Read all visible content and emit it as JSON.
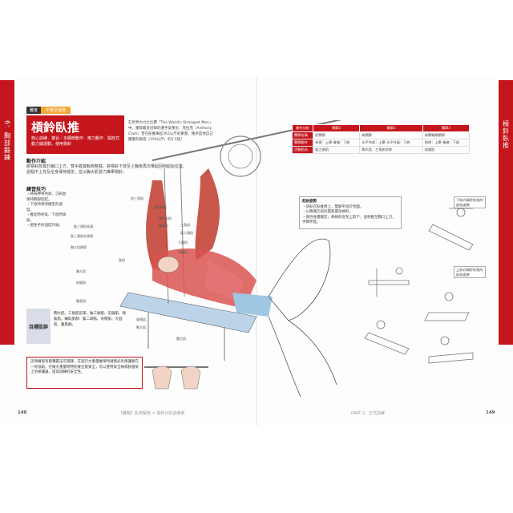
{
  "header": {
    "left_tab": "6．胸部鍛鍊",
    "right_tab": "槓鈴臥推",
    "crumb_tag": "難度",
    "crumb_category": "中階至進階"
  },
  "title": {
    "name": "槓鈴臥推",
    "subtitle": "核心訓練．複合／多關節動作．推力動作．開放式動力鏈運動，使用槓鈴"
  },
  "intro": "在世界大力士比賽「The World's Strongest Man」中，獲得最多冠軍的選手安東尼．克拉克（Anthony Clark）曾在臥推舉起363公斤的重量，幾乎是他自己體重的兩倍（159公斤）的2.5倍！",
  "movement": {
    "heading": "動作介紹",
    "text": "將槓鈴放置於胸口上方，雙手握寬較肩略寬。將槓鈴下放至上胸後再次推起回到起始位置。過程中上背及全身保持穩定，並以胸大肌發力推舉槓鈴。"
  },
  "tips": {
    "heading": "練習技巧",
    "items": [
      "・將肩胛骨內收、沉肩並保持胸部挺起。",
      "・下放時保持穩定的速度。",
      "・推起時呼氣、下放時吸氣。",
      "・避免手肘過度外展。"
    ]
  },
  "labels": {
    "l1": "前三角肌",
    "l2": "肱三頭肌長頭",
    "l3": "肱三頭肌外側頭",
    "l4": "胸大肌鎖骨",
    "l5": "胸大肌",
    "l6": "前鋸肌",
    "l7": "腹直肌",
    "l8": "腹外斜肌",
    "l9": "腹內斜肌",
    "l10": "腹橫肌",
    "l11": "三角肌",
    "l12": "肱二頭肌",
    "l13": "大圓肌",
    "l14": "背闊肌",
    "l15": "肱肌",
    "l16": "肱橈肌",
    "l17": "臀大肌",
    "l18": "腰方肌"
  },
  "target": {
    "label": "目標肌群",
    "text": "胸大肌、三角肌前束、肱三頭肌、前鋸肌、喙肱肌。輔助肌群：肱二頭肌、背闊肌、大圓肌、腹肌群。"
  },
  "warning": "這項練習有兩種握法可選擇，在進行大重量推舉時請務必有保護者在一旁協助，在做大重量時特別要注意安全，可以使用安全槓或臥推架上的保護器，提高訓練的安全性。",
  "table": {
    "headers": [
      "動作分析",
      "關節1",
      "關節2",
      "關節3"
    ],
    "rows": [
      [
        "關節名稱",
        "肘關節",
        "肩關節",
        "肩胛胸廓關節"
      ],
      [
        "關節動作",
        "伸直：上舉\n彎曲：下放",
        "水平內收：上舉\n水平外展：下放",
        "前伸：上舉\n後縮：下放"
      ],
      [
        "活動肌肉",
        "肱三頭肌",
        "胸大肌、三角肌前束",
        "前鋸肌"
      ]
    ]
  },
  "start": {
    "heading": "起始姿勢",
    "items": [
      "・仰臥在臥推椅上，雙腳平放於地面。",
      "・以略寬於肩的握距握住槓鈴。",
      "・保持身體穩定，將槓鈴從架上取下，並移動至胸口上方，手臂伸直。"
    ]
  },
  "variations": {
    "decline": "下斜式槓鈴臥推的起始姿勢",
    "incline": "上斜式槓鈴臥推的起始姿勢"
  },
  "footer": {
    "left_page": "148",
    "right_page": "149",
    "left_text": "【實戰】肌肉解剖 × 槓鈴分析訓練書",
    "right_text": "PART 2：正式訓練"
  }
}
